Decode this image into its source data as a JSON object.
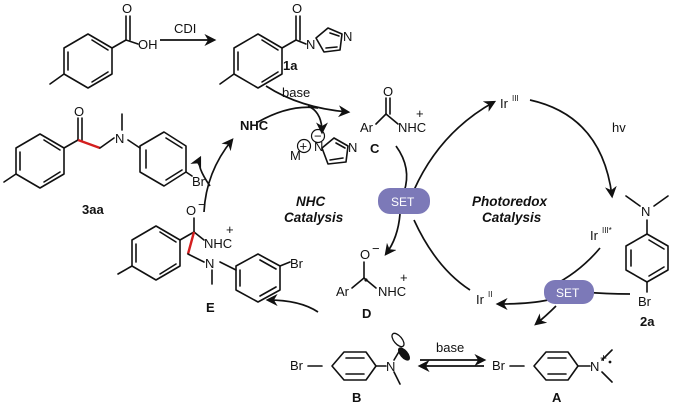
{
  "reagents": {
    "cdi": "CDI",
    "base_top": "base",
    "hv": "hv",
    "base_bottom": "base"
  },
  "compounds": {
    "c1a": "1a",
    "c3aa": "3aa",
    "c2a": "2a",
    "C": "C",
    "D": "D",
    "E": "E",
    "A": "A",
    "B": "B"
  },
  "atoms": {
    "OH": "OH",
    "O": "O",
    "N": "N",
    "Br": "Br",
    "Ar": "Ar",
    "NHC": "NHC",
    "M": "M",
    "plus": "+",
    "minus": "−",
    "O_minus": "O",
    "IrIII": "Ir",
    "IrIII_sup": "III",
    "IrIIIstar_sup": "III*",
    "IrII_sup": "II"
  },
  "cycles": {
    "nhc_line1": "NHC",
    "nhc_line2": "Catalysis",
    "photo_line1": "Photoredox",
    "photo_line2": "Catalysis"
  },
  "set_label": "SET",
  "colors": {
    "set_pill": "#7c79b8",
    "new_bond": "#d41f1f",
    "ink": "#111111"
  }
}
